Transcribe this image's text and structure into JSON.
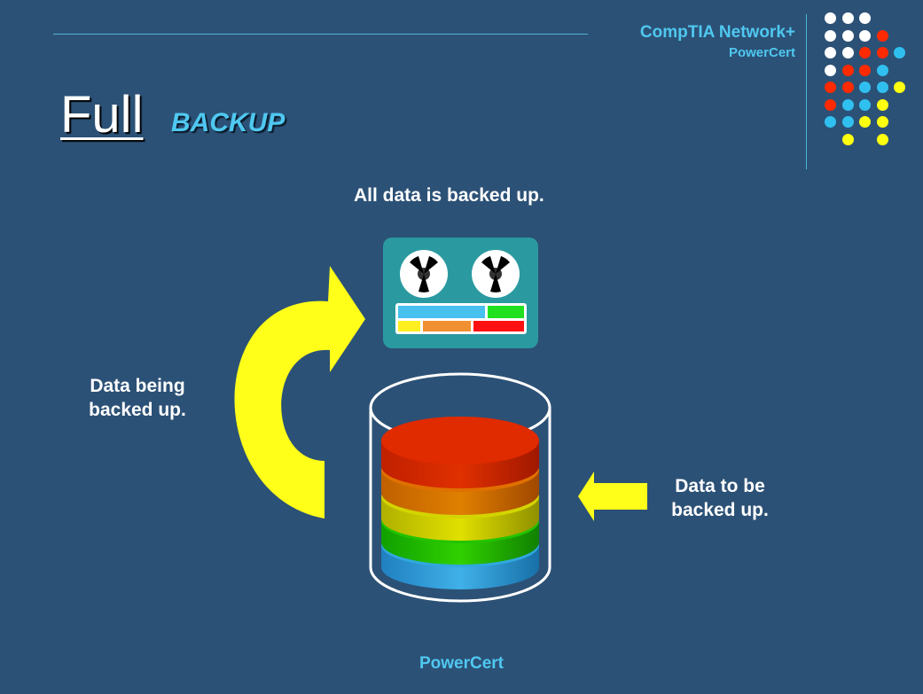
{
  "header": {
    "brand_title": "CompTIA Network+",
    "brand_subtitle": "PowerCert"
  },
  "title": {
    "main": "Full",
    "sub": "BACKUP"
  },
  "captions": {
    "top": "All data is backed up.",
    "left_line1": "Data being",
    "left_line2": "backed up.",
    "right_line1": "Data to be",
    "right_line2": "backed up."
  },
  "footer": "PowerCert",
  "colors": {
    "background": "#2c5176",
    "accent": "#4fc8f0",
    "arrow": "#ffff1a",
    "tape_body": "#2a9aa0",
    "disk_layers": [
      "#e02a00",
      "#e06a00",
      "#d4d400",
      "#22c400",
      "#2aa0d8"
    ]
  },
  "dot_grid": [
    [
      "white",
      "white",
      "white",
      "",
      ""
    ],
    [
      "white",
      "white",
      "white",
      "red",
      ""
    ],
    [
      "white",
      "white",
      "red",
      "red",
      "cyan"
    ],
    [
      "white",
      "red",
      "red",
      "cyan",
      ""
    ],
    [
      "red",
      "red",
      "cyan",
      "cyan",
      "yellow"
    ],
    [
      "red",
      "cyan",
      "cyan",
      "yellow",
      ""
    ],
    [
      "cyan",
      "cyan",
      "yellow",
      "yellow",
      ""
    ],
    [
      "",
      "yellow",
      "",
      "yellow",
      ""
    ]
  ]
}
